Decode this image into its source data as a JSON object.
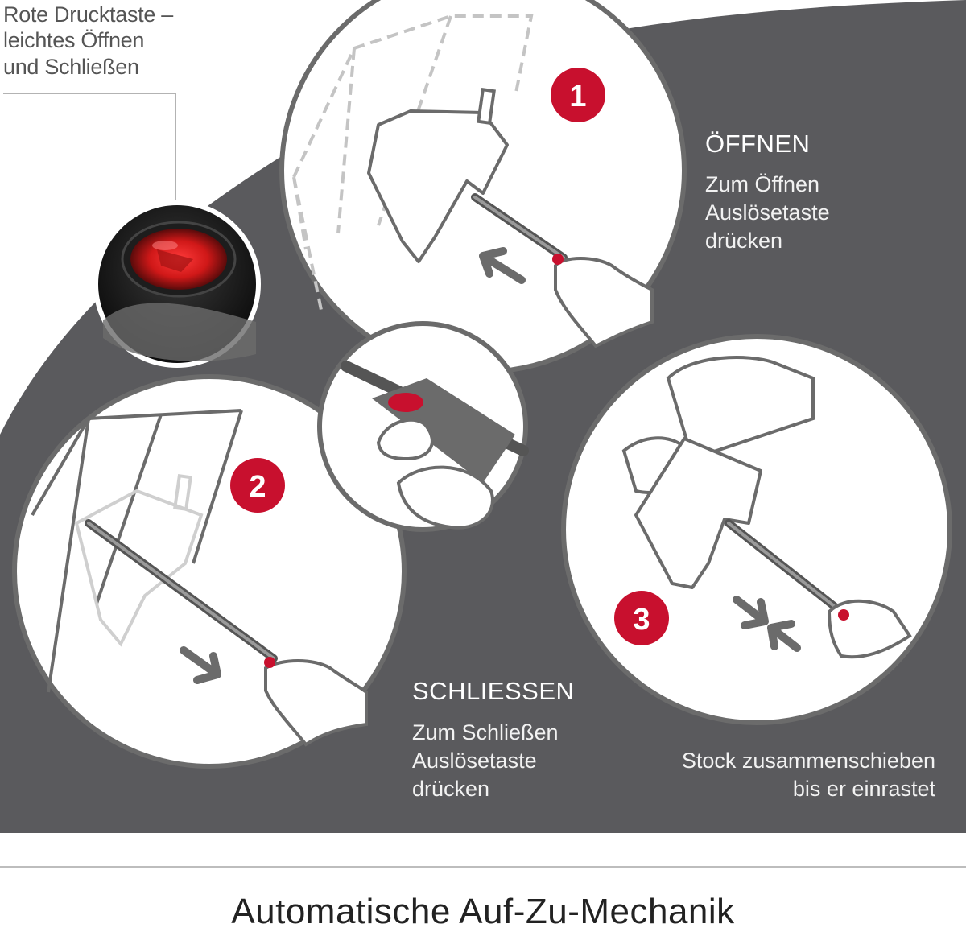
{
  "callout": {
    "lines": [
      "Rote Drucktaste –",
      "leichtes Öffnen",
      "und Schließen"
    ]
  },
  "steps": [
    {
      "number": "1",
      "heading": "ÖFFNEN",
      "lines": [
        "Zum Öffnen",
        "Auslösetaste",
        "drücken"
      ]
    },
    {
      "number": "2",
      "heading": "SCHLIESSEN",
      "lines": [
        "Zum Schließen",
        "Auslösetaste",
        "drücken"
      ]
    },
    {
      "number": "3",
      "heading": "",
      "lines": [
        "Stock zusammenschieben",
        "bis er einrastet"
      ]
    }
  ],
  "footer": {
    "title": "Automatische Auf-Zu-Mechanik"
  },
  "colors": {
    "background_panel": "#5a5a5d",
    "accent_red": "#c8102e",
    "line_art": "#6b6b6b",
    "circle_fill": "#ffffff"
  },
  "icons": [
    "arrow-left-icon",
    "arrow-down-right-icon",
    "compress-arrows-icon",
    "hand-icon",
    "umbrella-icon"
  ]
}
